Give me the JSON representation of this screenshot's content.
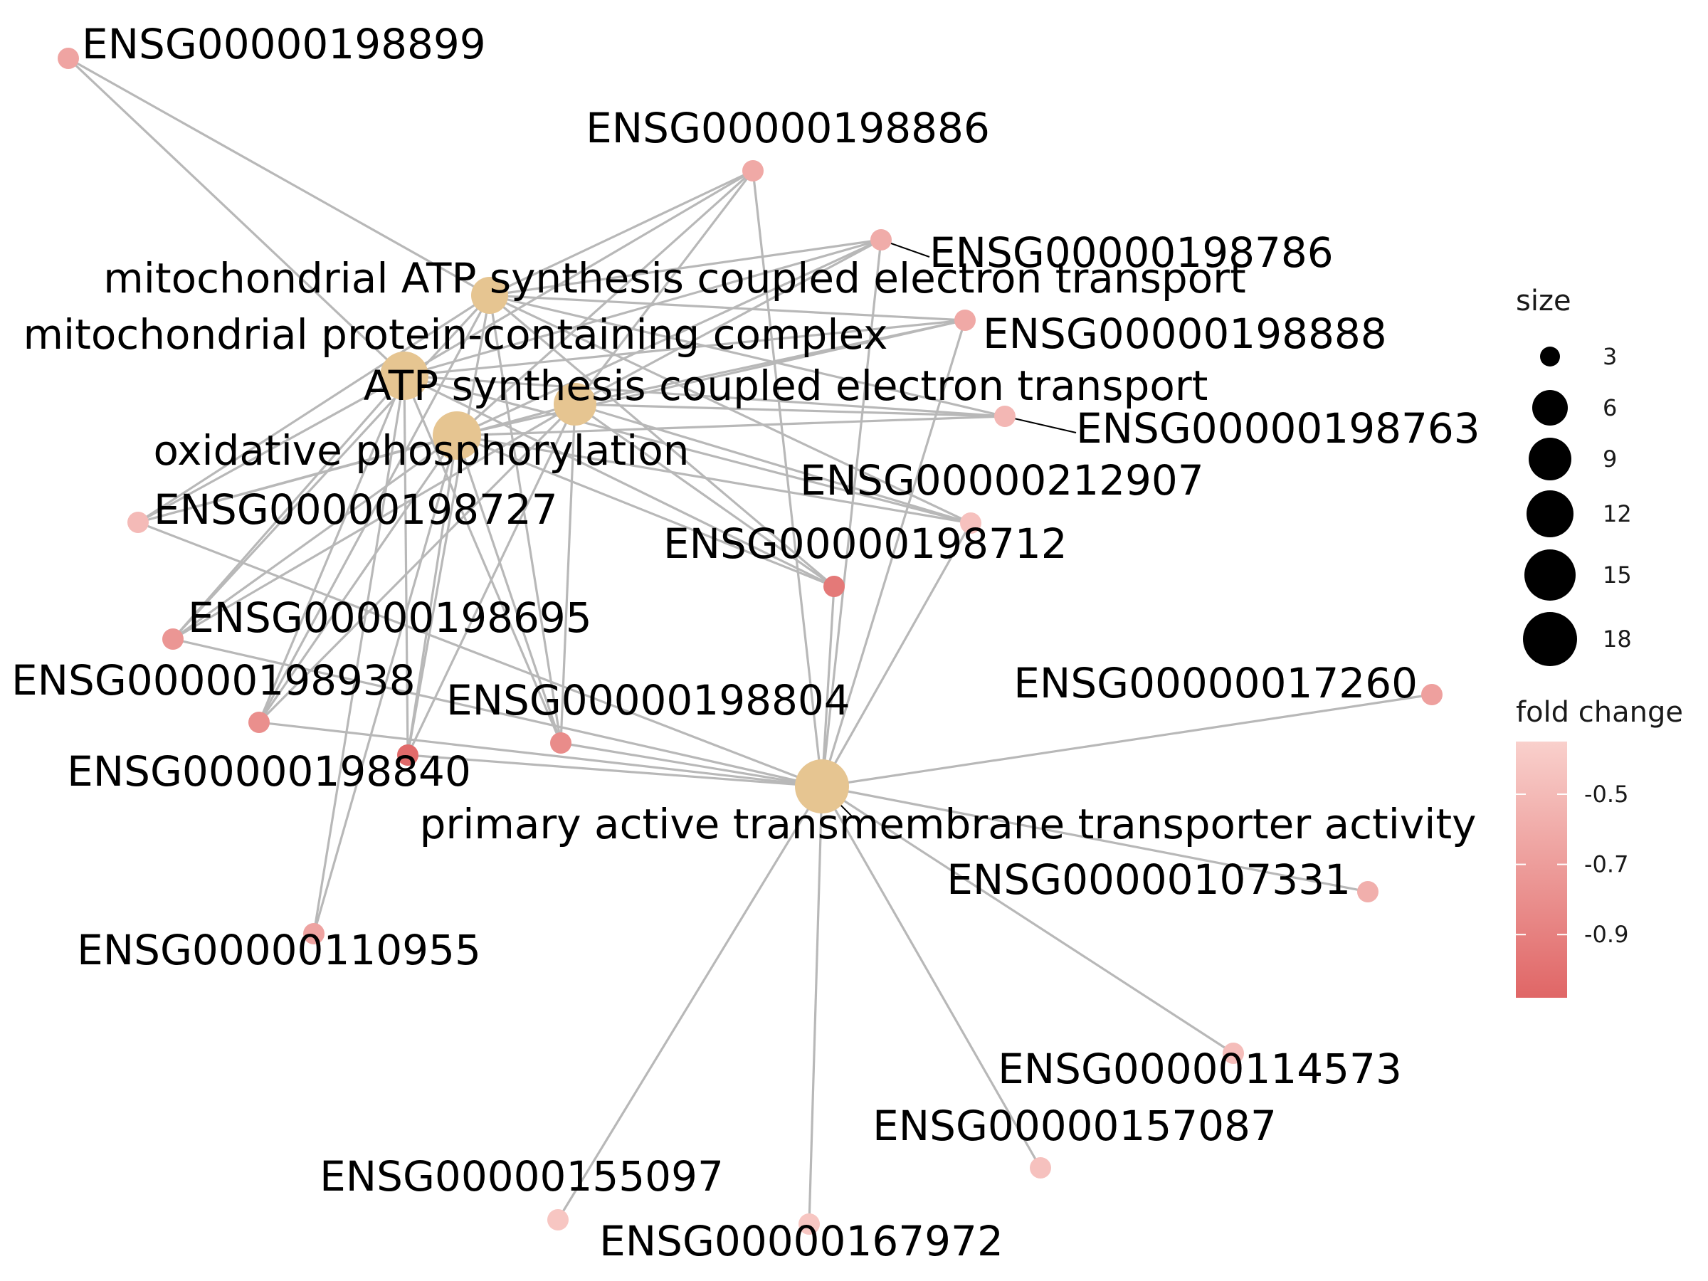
{
  "gene_sets": [
    {
      "id": "t1",
      "label": "mitochondrial ATP synthesis coupled electron transport"
    },
    {
      "id": "t2",
      "label": "mitochondrial protein-containing complex"
    },
    {
      "id": "t3",
      "label": "ATP synthesis coupled electron transport"
    },
    {
      "id": "t4",
      "label": "oxidative phosphorylation"
    },
    {
      "id": "t5",
      "label": "primary active transmembrane transporter activity"
    }
  ],
  "genes": [
    {
      "id": "g1",
      "label": "ENSG00000198899",
      "fold_change": -0.65
    },
    {
      "id": "g2",
      "label": "ENSG00000198886",
      "fold_change": -0.62
    },
    {
      "id": "g3",
      "label": "ENSG00000198786",
      "fold_change": -0.6
    },
    {
      "id": "g4",
      "label": "ENSG00000198888",
      "fold_change": -0.62
    },
    {
      "id": "g5",
      "label": "ENSG00000198763",
      "fold_change": -0.52
    },
    {
      "id": "g6",
      "label": "ENSG00000212907",
      "fold_change": -0.45
    },
    {
      "id": "g7",
      "label": "ENSG00000198727",
      "fold_change": -0.5
    },
    {
      "id": "g8",
      "label": "ENSG00000198712",
      "fold_change": -0.95
    },
    {
      "id": "g9",
      "label": "ENSG00000198695",
      "fold_change": -0.75
    },
    {
      "id": "g10",
      "label": "ENSG00000198938",
      "fold_change": -0.8
    },
    {
      "id": "g11",
      "label": "ENSG00000198804",
      "fold_change": -0.82
    },
    {
      "id": "g12",
      "label": "ENSG00000198840",
      "fold_change": -1.05
    },
    {
      "id": "g13",
      "label": "ENSG00000017260",
      "fold_change": -0.68
    },
    {
      "id": "g14",
      "label": "ENSG00000107331",
      "fold_change": -0.58
    },
    {
      "id": "g15",
      "label": "ENSG00000110955",
      "fold_change": -0.66
    },
    {
      "id": "g16",
      "label": "ENSG00000114573",
      "fold_change": -0.48
    },
    {
      "id": "g17",
      "label": "ENSG00000157087",
      "fold_change": -0.45
    },
    {
      "id": "g18",
      "label": "ENSG00000155097",
      "fold_change": -0.42
    },
    {
      "id": "g19",
      "label": "ENSG00000167972",
      "fold_change": -0.42
    }
  ],
  "edges": [
    [
      "t1",
      "g1"
    ],
    [
      "t1",
      "g2"
    ],
    [
      "t1",
      "g3"
    ],
    [
      "t1",
      "g4"
    ],
    [
      "t1",
      "g5"
    ],
    [
      "t1",
      "g6"
    ],
    [
      "t1",
      "g7"
    ],
    [
      "t1",
      "g8"
    ],
    [
      "t1",
      "g9"
    ],
    [
      "t1",
      "g10"
    ],
    [
      "t1",
      "g11"
    ],
    [
      "t1",
      "g12"
    ],
    [
      "t2",
      "g1"
    ],
    [
      "t2",
      "g2"
    ],
    [
      "t2",
      "g3"
    ],
    [
      "t2",
      "g4"
    ],
    [
      "t2",
      "g5"
    ],
    [
      "t2",
      "g6"
    ],
    [
      "t2",
      "g7"
    ],
    [
      "t2",
      "g8"
    ],
    [
      "t2",
      "g9"
    ],
    [
      "t2",
      "g10"
    ],
    [
      "t2",
      "g11"
    ],
    [
      "t2",
      "g12"
    ],
    [
      "t2",
      "g15"
    ],
    [
      "t3",
      "g2"
    ],
    [
      "t3",
      "g3"
    ],
    [
      "t3",
      "g4"
    ],
    [
      "t3",
      "g5"
    ],
    [
      "t3",
      "g6"
    ],
    [
      "t3",
      "g7"
    ],
    [
      "t3",
      "g8"
    ],
    [
      "t3",
      "g9"
    ],
    [
      "t3",
      "g10"
    ],
    [
      "t3",
      "g11"
    ],
    [
      "t3",
      "g12"
    ],
    [
      "t4",
      "g2"
    ],
    [
      "t4",
      "g3"
    ],
    [
      "t4",
      "g4"
    ],
    [
      "t4",
      "g5"
    ],
    [
      "t4",
      "g6"
    ],
    [
      "t4",
      "g7"
    ],
    [
      "t4",
      "g8"
    ],
    [
      "t4",
      "g9"
    ],
    [
      "t4",
      "g10"
    ],
    [
      "t4",
      "g11"
    ],
    [
      "t4",
      "g12"
    ],
    [
      "t4",
      "g15"
    ],
    [
      "t5",
      "g2"
    ],
    [
      "t5",
      "g3"
    ],
    [
      "t5",
      "g4"
    ],
    [
      "t5",
      "g6"
    ],
    [
      "t5",
      "g7"
    ],
    [
      "t5",
      "g8"
    ],
    [
      "t5",
      "g9"
    ],
    [
      "t5",
      "g10"
    ],
    [
      "t5",
      "g11"
    ],
    [
      "t5",
      "g12"
    ],
    [
      "t5",
      "g13"
    ],
    [
      "t5",
      "g14"
    ],
    [
      "t5",
      "g16"
    ],
    [
      "t5",
      "g17"
    ],
    [
      "t5",
      "g18"
    ],
    [
      "t5",
      "g19"
    ]
  ],
  "legend": {
    "size_title": "size",
    "size_values": [
      "3",
      "6",
      "9",
      "12",
      "15",
      "18"
    ],
    "color_title": "fold change",
    "color_ticks": [
      "-0.5",
      "-0.7",
      "-0.9"
    ],
    "color_low": "#e06666",
    "color_high": "#f9d0cc"
  },
  "colors": {
    "edge": "#b8b8b8",
    "category_node": "#e6c591",
    "label_text": "#000000"
  }
}
